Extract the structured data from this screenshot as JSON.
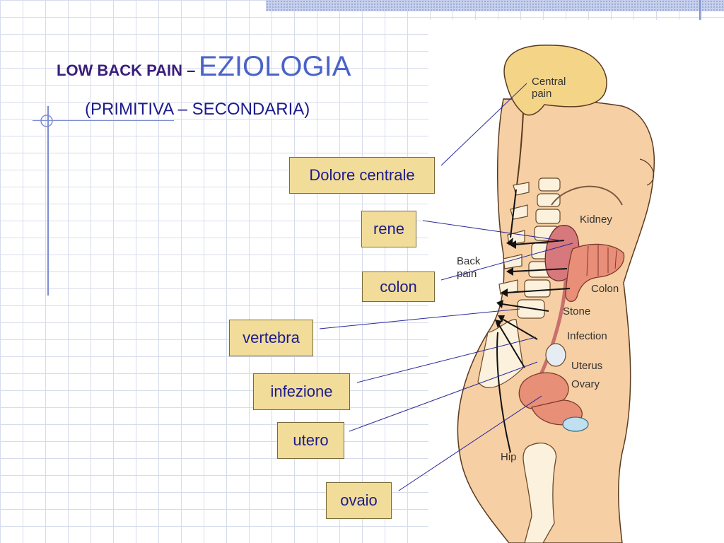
{
  "title": {
    "prefix": "LOW BACK PAIN –",
    "main": "EZIOLOGIA",
    "subtitle": "(PRIMITIVA – SECONDARIA)"
  },
  "labels": {
    "dolore_centrale": "Dolore centrale",
    "rene": "rene",
    "colon": "colon",
    "vertebra": "vertebra",
    "infezione": "infezione",
    "utero": "utero",
    "ovaio": "ovaio"
  },
  "figure_labels": {
    "central_pain_1": "Central",
    "central_pain_2": "pain",
    "kidney": "Kidney",
    "back_pain_1": "Back",
    "back_pain_2": "pain",
    "colon": "Colon",
    "stone": "Stone",
    "infection": "Infection",
    "uterus": "Uterus",
    "ovary": "Ovary",
    "hip": "Hip"
  },
  "colors": {
    "title_dark": "#3a1e7a",
    "title_accent": "#4a63c8",
    "label_bg": "#f1dc9a",
    "leader_line": "#2a2a9a",
    "skin": "#f6cfa4"
  }
}
